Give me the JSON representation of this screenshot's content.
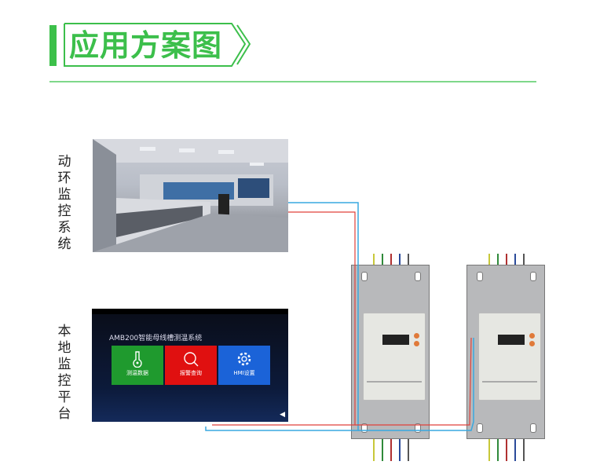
{
  "header": {
    "title": "应用方案图",
    "accent": "#3cbf4b"
  },
  "labels": {
    "top": "动环监控系统",
    "bottom": "本地监控平台"
  },
  "screen": {
    "title": "AMB200智能母线槽测温系统",
    "tiles": [
      {
        "label": "测温数据",
        "color": "#1f9a2e",
        "icon": "thermometer-icon"
      },
      {
        "label": "报警查询",
        "color": "#e01010",
        "icon": "search-icon"
      },
      {
        "label": "HMI设置",
        "color": "#1b63d8",
        "icon": "gear-icon"
      }
    ]
  },
  "wires": {
    "red": "#e0403a",
    "blue": "#39a8e0"
  },
  "lead_colors": [
    "#c8c83a",
    "#2f8a3a",
    "#b03030",
    "#2a4a9a",
    "#555555"
  ]
}
